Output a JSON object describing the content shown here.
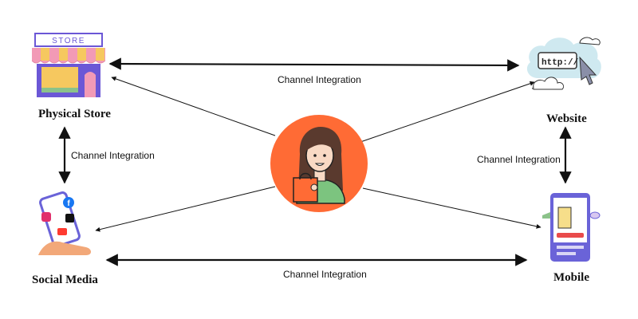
{
  "nodes": {
    "physical_store": {
      "title": "Physical Store",
      "sign": "STORE"
    },
    "website": {
      "title": "Website",
      "url_text": "http://"
    },
    "social_media": {
      "title": "Social Media"
    },
    "mobile": {
      "title": "Mobile"
    }
  },
  "edges": {
    "top": "Channel Integration",
    "left": "Channel Integration",
    "right": "Channel Integration",
    "bottom": "Channel Integration"
  },
  "colors": {
    "accent_orange": "#FF6B35",
    "store_purple": "#6B57D6",
    "store_awning_pink": "#F29AB6",
    "store_awning_yellow": "#F6C85F",
    "cloud_blue": "#CFE9F0",
    "phone_purple": "#6A63D8",
    "customer_shirt": "#7CC47F",
    "customer_hair": "#5A3A2E",
    "line": "#111111"
  },
  "icons": {
    "center": "customer-with-shopping-bag-icon",
    "store": "storefront-icon",
    "website": "browser-cloud-cursor-icon",
    "social": "hand-holding-phone-social-icon",
    "mobile": "mobile-shop-app-icon"
  }
}
